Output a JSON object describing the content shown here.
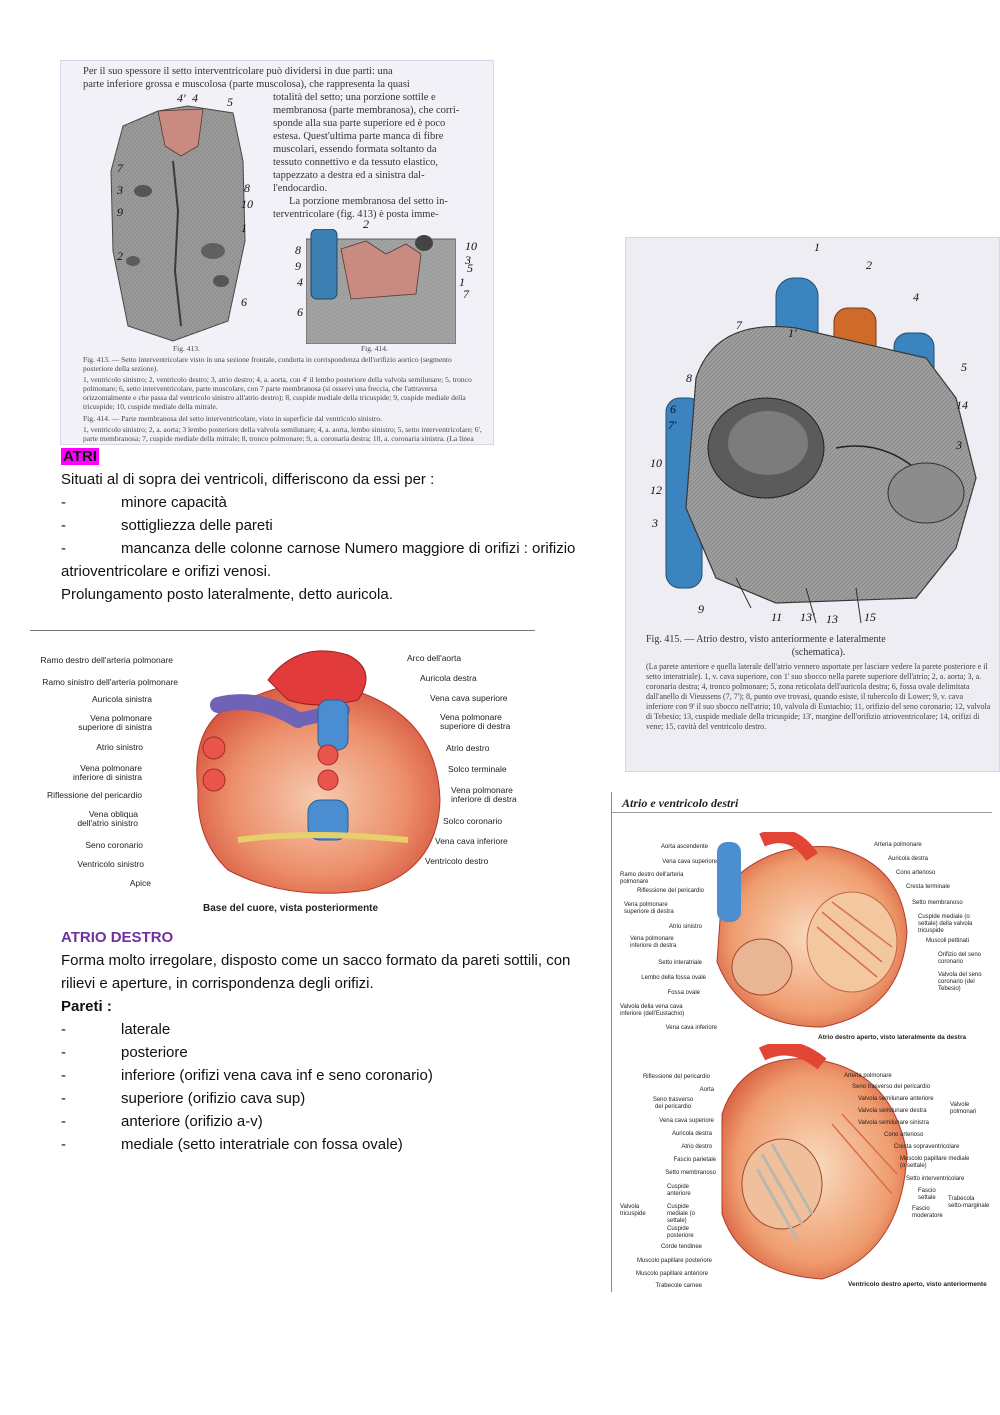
{
  "fig413_414": {
    "paragraph_1": "Per il suo spessore il setto interventricolare può dividersi in due parti: una",
    "paragraph_2": "parte inferiore grossa e muscolosa (parte muscolosa), che rappresenta la quasi",
    "paragraph_3": "totalità del setto; una porzione sottile e",
    "paragraph_4": "membranosa (parte membranosa), che corri-",
    "paragraph_5": "sponde alla sua parte superiore ed è poco",
    "paragraph_6": "estesa. Quest'ultima parte manca di fibre",
    "paragraph_7": "muscolari, essendo formata soltanto da",
    "paragraph_8": "tessuto connettivo e da tessuto elastico,",
    "paragraph_9": "tappezzato a destra ed a sinistra dal-",
    "paragraph_10": "l'endocardio.",
    "paragraph_11": "La porzione membranosa del setto in-",
    "paragraph_12": "terventricolare (fig. 413) è posta imme-",
    "label_413": "Fig. 413.",
    "label_414": "Fig. 414.",
    "caption_413": "Fig. 413. — Setto interventricolare visto in una sezione frontale, condotta in corrispondenza dell'orifizio aortico (segmento posteriore della sezione).",
    "caption_413_detail": "1, ventricolo sinistro; 2, ventricolo destro; 3, atrio destro; 4, a. aorta, con 4' il lembo posteriore della valvola semilunare; 5, tronco polmonare; 6, setto interventricolare, parte muscolare, con 7 parte membranosa (si osservi una freccia, che l'attraversa orizzontalmente e che passa dal ventricolo sinistro all'atrio destro); 8, cuspide mediale della tricuspide; 9, cuspide mediale della tricuspide; 10, cuspide mediale della mitrale.",
    "caption_414": "Fig. 414. — Parte membranosa del setto interventricolare, visto in superficie dal ventricolo sinistro.",
    "caption_414_detail": "1, ventricolo sinistro; 2, a. aorta; 3 lembo posteriore della valvola semilunare; 4, a. aorta, lembo sinistro; 5, setto interventricolare; 6', parte membranosa; 7, cuspide mediale della mitrale; 8, tronco polmonare; 9, a. coronaria destra; 10, a. coronaria sinistra. (La linea punteggiata, posta al disotto del lembo posteriore della valvola semilunare, indica la linea d'inserzione della cuspide mediale della tricuspide corrispondente al ventricolo destro).",
    "numbers_a": [
      "4'",
      "4",
      "5",
      "7",
      "3",
      "9",
      "2",
      "8",
      "10",
      "1",
      "6"
    ],
    "numbers_b": [
      "2",
      "8",
      "9",
      "4",
      "5",
      "1",
      "10",
      "6",
      "3",
      "7"
    ]
  },
  "atri": {
    "heading": "ATRI",
    "intro": "Situati al di sopra dei ventricoli, differiscono da essi per :",
    "bullets": [
      "minore capacità",
      "sottigliezza delle pareti",
      "mancanza delle colonne carnose Numero maggiore di orifizi : orifizio"
    ],
    "bullet_cont": "atrioventricolare e orifizi venosi.",
    "auricola": "Prolungamento posto lateralmente, detto auricola."
  },
  "fig415": {
    "caption_title": "Fig. 415. — Atrio destro, visto anteriormente e lateralmente",
    "caption_sub": "(schematica).",
    "caption_body": "(La parete anteriore e quella laterale dell'atrio vennero asportate per lasciare vedere la parete posteriore e il setto interatriale). 1, v. cava superiore, con 1' suo sbocco nella parete superiore dell'atrio; 2, a. aorta; 3, a. coronaria destra; 4, tronco polmonare; 5, zona reticolata dell'auricola destra; 6, fossa ovale delimitata dall'anello di Vieussens (7, 7'); 8, punto ove trovasi, quando esiste, il tubercolo di Lower; 9, v. cava inferiore con 9' il suo sbocco nell'atrio; 10, valvola di Eustachio; 11, orifizio del seno coronario; 12, valvola di Tebesio; 13, cuspide mediale della tricuspide; 13', margine dell'orifizio atrioventricolare; 14, orifizi di vene; 15, cavità del ventricolo destro.",
    "numbers": [
      "1",
      "2",
      "4",
      "7",
      "1'",
      "8",
      "5",
      "6",
      "7'",
      "14",
      "3",
      "10",
      "12",
      "3",
      "9",
      "11",
      "13'",
      "13",
      "15"
    ]
  },
  "base_cuore": {
    "caption": "Base del cuore, vista posteriormente",
    "left_labels": [
      "Ramo destro dell'arteria polmonare",
      "Ramo sinistro dell'arteria polmonare",
      "Auricola sinistra",
      "Vena polmonare superiore di sinistra",
      "Atrio sinistro",
      "Vena polmonare inferiore di sinistra",
      "Riflessione del pericardio",
      "Vena obliqua dell'atrio sinistro",
      "Seno coronario",
      "Ventricolo sinistro",
      "Apice"
    ],
    "right_labels": [
      "Arco dell'aorta",
      "Auricola destra",
      "Vena cava superiore",
      "Vena polmonare superiore di destra",
      "Atrio destro",
      "Solco terminale",
      "Vena polmonare inferiore di destra",
      "Solco coronario",
      "Vena cava inferiore",
      "Ventricolo destro"
    ]
  },
  "atrio_destro": {
    "heading": "ATRIO DESTRO",
    "line1": "Forma molto irregolare, disposto come un sacco formato da pareti sottili, con",
    "line2": "rilievi e aperture, in corrispondenza degli orifizi.",
    "pareti": "Pareti :",
    "walls": [
      "laterale",
      "posteriore",
      "inferiore (orifizi vena cava inf e seno coronario)",
      "superiore (orifizio cava sup)",
      "anteriore (orifizio a-v)",
      "mediale (setto interatriale con fossa ovale)"
    ]
  },
  "netter": {
    "title": "Atrio e ventricolo destri",
    "top_left": [
      "Aorta ascendente",
      "Vena cava superiore",
      "Ramo destro dell'arteria polmonare",
      "Riflessione del pericardio",
      "Vena polmonare superiore di destra",
      "Atrio sinistro",
      "Vena polmonare inferiore di destra",
      "Setto interatriale",
      "Lembo della fossa ovale",
      "Fossa ovale",
      "Valvola della vena cava inferiore (dell'Eustachio)",
      "Vena cava inferiore"
    ],
    "top_right": [
      "Arteria polmonare",
      "Auricola destra",
      "Cono arterioso",
      "Cresta terminale",
      "Setto membranoso",
      "Cuspide mediale (o settale) della valvola tricuspide",
      "Muscoli pettinati",
      "Orifizio del seno coronario",
      "Valvola del seno coronario (del Tebesio)"
    ],
    "top_caption": "Atrio destro aperto, visto lateralmente da destra",
    "bottom_left": [
      "Riflessione del pericardio",
      "Aorta",
      "Seno trasverso del pericardio",
      "Vena cava superiore",
      "Auricola destra",
      "Atrio destro",
      "Fascio parietale",
      "Setto membranoso",
      "Cuspide anteriore",
      "Valvola tricuspide",
      "Cuspide mediale (o settale)",
      "Cuspide posteriore",
      "Corde tendinee",
      "Muscolo papillare posteriore",
      "Muscolo papillare anteriore",
      "Trabecole carnee"
    ],
    "bottom_right": [
      "Arteria polmonare",
      "Seno trasverso del pericardio",
      "Valvola semilunare anteriore",
      "Valvola semilunare destra",
      "Valvola semilunare sinistra",
      "Valvole polmonari",
      "Cono arterioso",
      "Cresta sopraventricolare",
      "Muscolo papillare mediale (o settale)",
      "Setto interventricolare",
      "Fascio settale",
      "Trabecola setto-marginale",
      "Fascio moderatore"
    ],
    "bottom_caption": "Ventricolo destro aperto, visto anteriormente"
  }
}
